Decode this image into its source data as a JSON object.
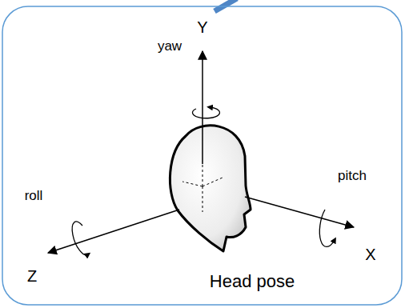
{
  "diagram": {
    "labels": [
      "Y",
      "yaw",
      "roll",
      "pitch",
      "X",
      "Z",
      "Head pose"
    ]
  }
}
